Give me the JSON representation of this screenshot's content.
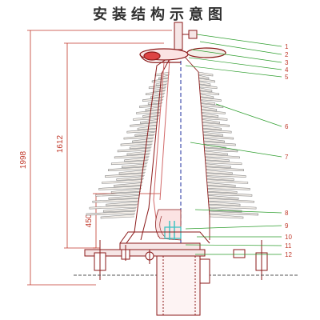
{
  "title": "安装结构示意图",
  "dimensions": {
    "overall_height": "1998",
    "upper_height": "1612",
    "lower_height": "450"
  },
  "callouts": [
    "1",
    "2",
    "3",
    "4",
    "5",
    "6",
    "7",
    "8",
    "9",
    "10",
    "11",
    "12"
  ],
  "colors": {
    "outline": "#8b1a1a",
    "dimension": "#c0392b",
    "leader": "#2e9e2e",
    "shed_fill": "#f4efe9",
    "axis": "#1f2f9f",
    "stress_cone": "#3fc3c3"
  }
}
